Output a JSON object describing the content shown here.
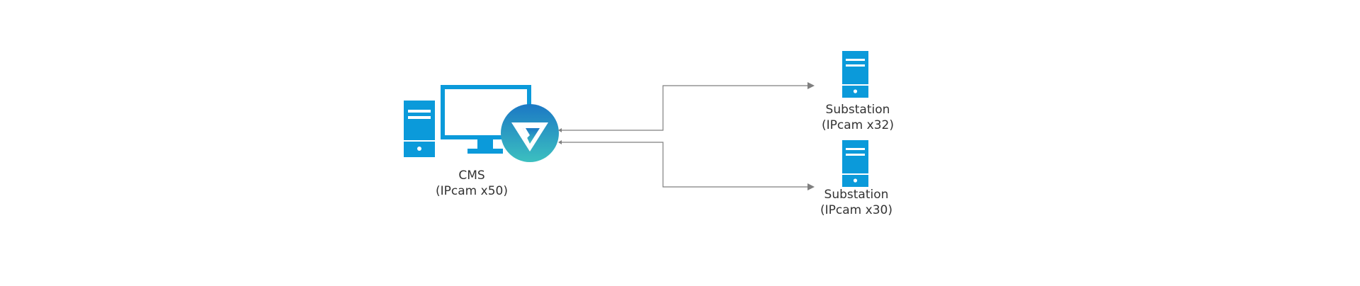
{
  "diagram": {
    "cms": {
      "name": "CMS",
      "detail": "(IPcam x50)"
    },
    "substations": [
      {
        "name": "Substation",
        "detail": "(IPcam x32)"
      },
      {
        "name": "Substation",
        "detail": "(IPcam x30)"
      }
    ],
    "colors": {
      "device_blue": "#0b9ada",
      "connector": "#7f7f7f",
      "logo_top": "#1b78c4",
      "logo_bottom": "#3cc0c0",
      "label_text": "#333333"
    },
    "icons": {
      "cms_tower": "server-tower-icon",
      "cms_monitor": "monitor-icon",
      "cms_logo": "software-logo-icon",
      "substation": "server-icon",
      "arrow": "arrowhead-icon"
    }
  }
}
